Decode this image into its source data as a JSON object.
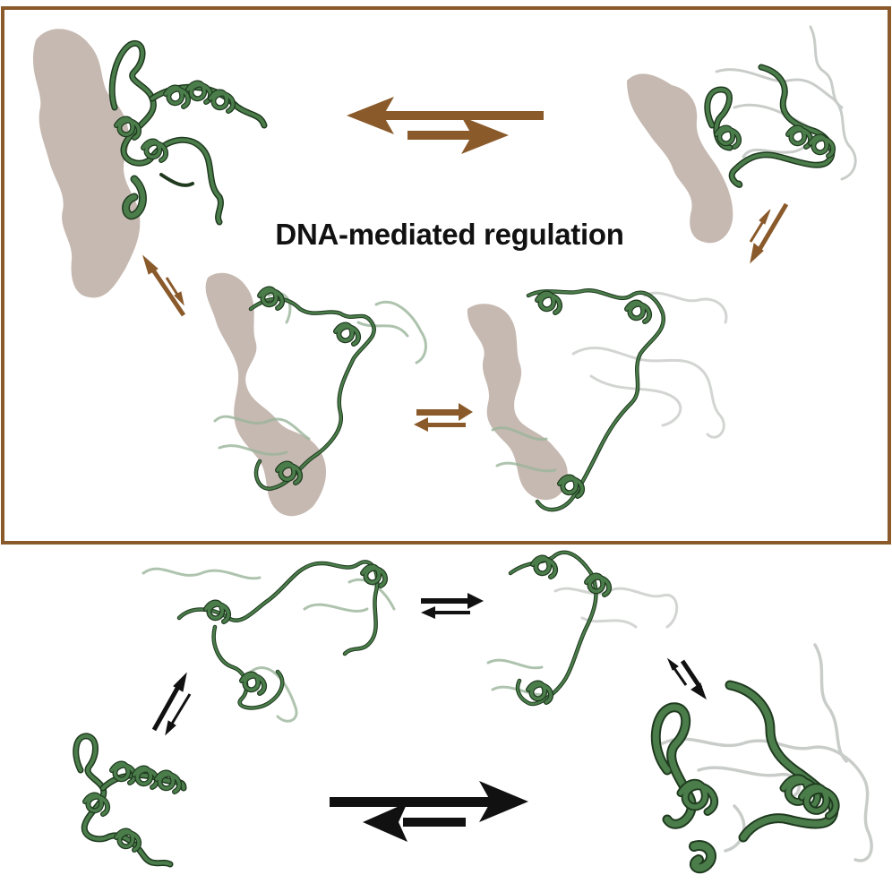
{
  "title": "DNA-mediated regulation",
  "colors": {
    "frame": "#8a5a2b",
    "arrow_brown": "#8a5a2b",
    "arrow_black": "#111111",
    "protein_green": "#4b7d4b",
    "protein_outline": "#1f3a1f",
    "ghost_protein": "#d9dcd9",
    "dna_surface": "#c6b9b1"
  },
  "icons": {
    "structure": "ribbon-protein-structure",
    "dna": "dna-surface-shape",
    "equilibrium": "equilibrium-arrows"
  }
}
